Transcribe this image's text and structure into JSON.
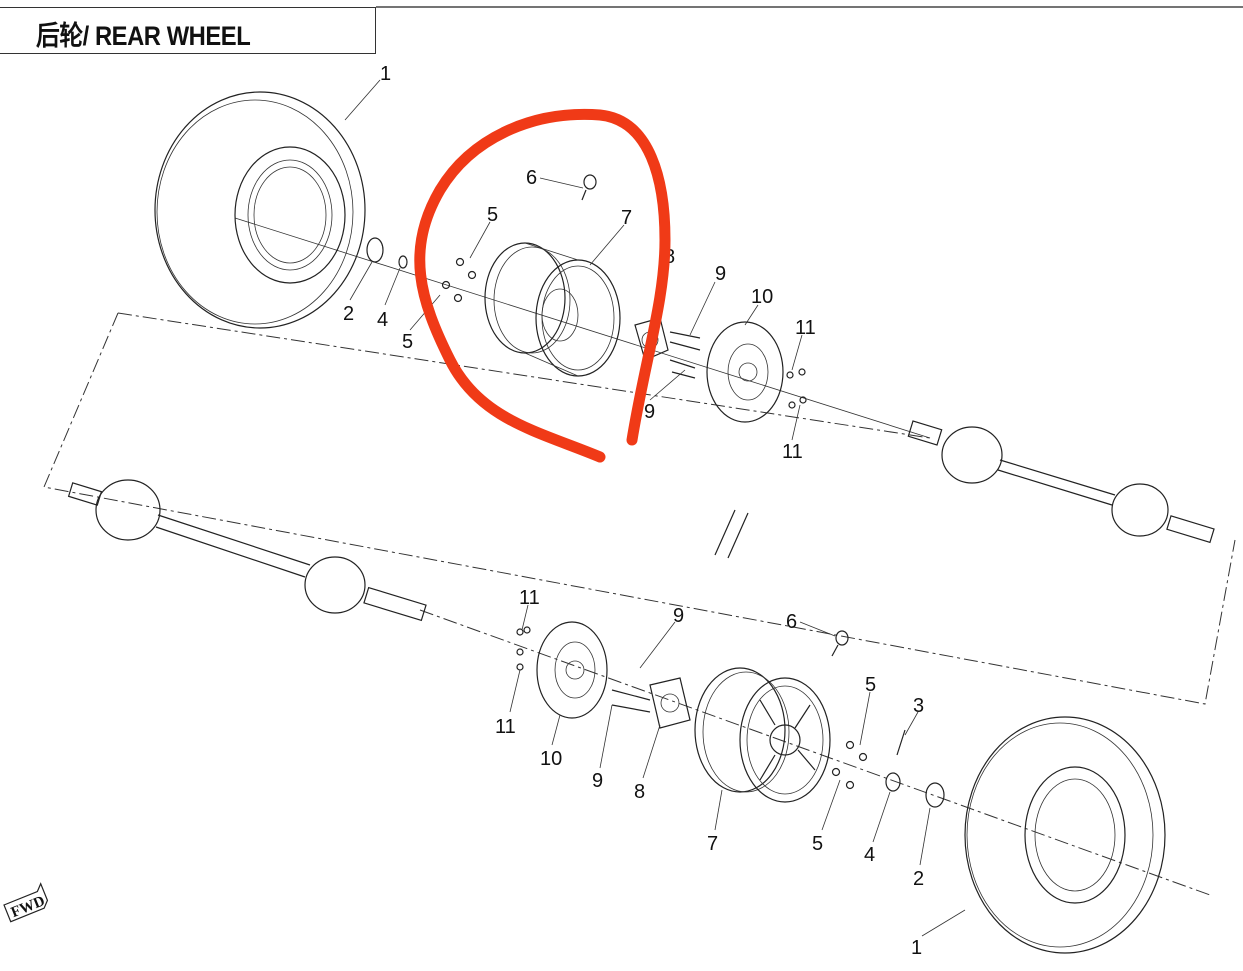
{
  "title": "后轮/ REAR WHEEL",
  "fwd_label": "FWD",
  "annotation_color": "#f03a17",
  "callouts_top": [
    "1",
    "2",
    "4",
    "5",
    "5",
    "6",
    "7",
    "8",
    "9",
    "9",
    "10",
    "11",
    "11"
  ],
  "callouts_bottom": [
    "11",
    "11",
    "10",
    "9",
    "9",
    "8",
    "7",
    "6",
    "5",
    "5",
    "3",
    "4",
    "2",
    "1"
  ]
}
